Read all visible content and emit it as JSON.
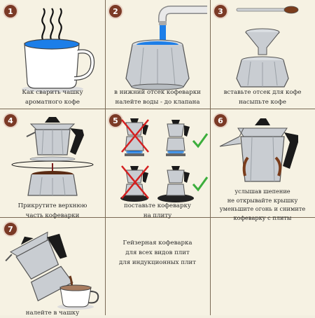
{
  "colors": {
    "background": "#f6f2e3",
    "badge": "#7b3a26",
    "water": "#1c7ee8",
    "metal": "#c9cdd2",
    "handle": "#1a1a1a",
    "cross": "#d42020",
    "check": "#3cae3c",
    "divider": "#7a6a55"
  },
  "steps": [
    {
      "number": "1",
      "caption": "Как сварить чашку\nароматного кофе"
    },
    {
      "number": "2",
      "caption": "в нижний отсек кофеварки\nналейте воды - до клапана"
    },
    {
      "number": "3",
      "caption": "вставьте отсек для кофе\nнасыпьте кофе"
    },
    {
      "number": "4",
      "caption": "Прикрутите верхнюю\nчасть кофеварки"
    },
    {
      "number": "5",
      "caption": "поставьте кофеварку\nна плиту"
    },
    {
      "number": "6",
      "caption": "услышав шепение\nне открывайте крышку\nуменьшите огонь и снимите\nкофеварку с плиты"
    },
    {
      "number": "7",
      "caption": "налейте в чашку"
    }
  ],
  "note": {
    "text": "Гейзерная кофеварка\nдля всех видов плит\nдля индукционных плит"
  },
  "icons": {
    "steam": "steam-icon",
    "cup": "coffee-cup-icon",
    "faucet": "faucet-icon",
    "spoon": "spoon-icon",
    "funnel": "funnel-icon",
    "moka": "moka-pot-icon",
    "cross": "cross-mark-icon",
    "check": "check-mark-icon",
    "burner": "gas-burner-icon",
    "induction": "induction-plate-icon"
  }
}
